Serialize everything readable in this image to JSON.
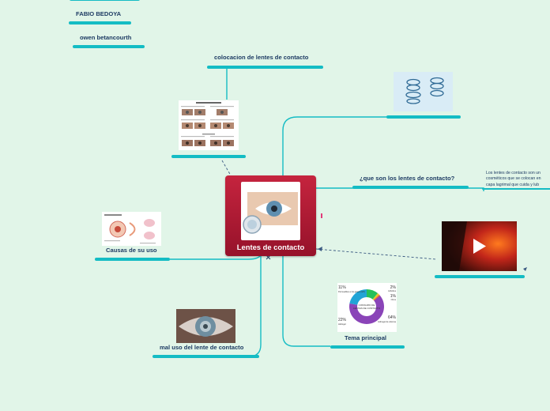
{
  "central": {
    "title": "Lentes de contacto"
  },
  "authors": [
    "FABIO BEDOYA",
    "owen betancourth"
  ],
  "topics": {
    "colocacion": "colocacion de lentes de contacto",
    "que_son": "¿que son los lentes de contacto?",
    "que_son_desc": [
      "Los lentes de contacto son un",
      "cosméticos que se colocan en",
      "capa lagrimal que cuida y lub"
    ],
    "causas": "Causas de su uso",
    "mal_uso": "mal uso del lente de contacto",
    "tema_principal": "Tema principal"
  },
  "donut_chart": {
    "center_text": [
      "CONSUMO DE",
      "LENTES DE CONTACTO"
    ],
    "slices": [
      {
        "pct": "11%",
        "label": "Permeables a los gases (GP)",
        "value": 11,
        "color": "#26c05a"
      },
      {
        "pct": "2%",
        "label": "Híbridos",
        "value": 2,
        "color": "#e6c42a"
      },
      {
        "pct": "1%",
        "label": "Otros",
        "value": 1,
        "color": "#e8542a"
      },
      {
        "pct": "64%",
        "label": "Hidrogel de silicona",
        "value": 64,
        "color": "#8a44b8"
      },
      {
        "pct": "22%",
        "label": "Hidrogel",
        "value": 22,
        "color": "#21a4d6"
      }
    ]
  },
  "colors": {
    "bar": "#14bcc4",
    "central": "#b21b35",
    "link": "#14bcc4",
    "dashed": "#3b5a82",
    "background": "#e1f5e8"
  }
}
